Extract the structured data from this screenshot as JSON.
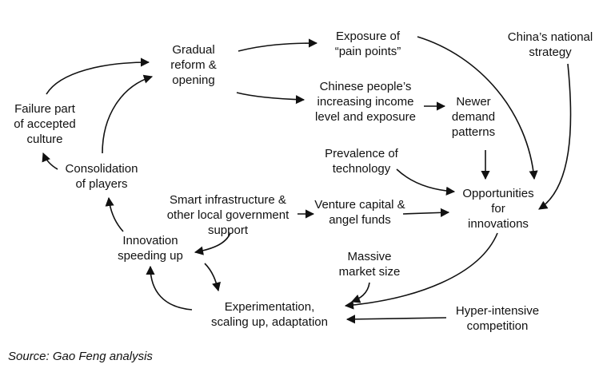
{
  "nodes": {
    "reform": "Gradual\nreform &\nopening",
    "exposure": "Exposure of\n“pain points”",
    "strategy": "China’s national\nstrategy",
    "income": "Chinese people’s\nincreasing income\nlevel and exposure",
    "demand": "Newer\ndemand\npatterns",
    "failure": "Failure part\nof accepted\nculture",
    "technology": "Prevalence of\ntechnology",
    "consolidation": "Consolidation\nof players",
    "smart": "Smart infrastructure &\nother local government\nsupport",
    "venture": "Venture capital &\nangel funds",
    "opportunities": "Opportunities\nfor\ninnovations",
    "innovation": "Innovation\nspeeding up",
    "market": "Massive\nmarket size",
    "experimentation": "Experimentation,\nscaling up, adaptation",
    "competition": "Hyper-intensive\ncompetition"
  },
  "source": "Source: Gao Feng analysis",
  "colors": {
    "line": "#111111",
    "text": "#111111"
  }
}
